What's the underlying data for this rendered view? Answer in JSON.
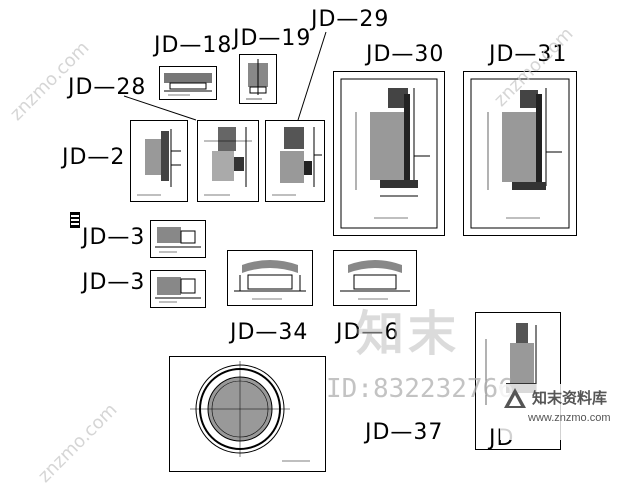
{
  "drawing_labels": {
    "jd18": "JD—18",
    "jd19": "JD—19",
    "jd29": "JD—29",
    "jd30": "JD—30",
    "jd31": "JD—31",
    "jd28": "JD—28",
    "jd27": "JD—2",
    "jd3a": "JD—3",
    "jd3b": "JD—3",
    "jd34": "JD—34",
    "jd36": "JD—6",
    "jd37": "JD—37",
    "jd38": "JD"
  },
  "watermarks": {
    "site": "znzmo.com",
    "brand_cn": "知末",
    "id_text": "ID:832232766"
  },
  "logo": {
    "name": "知末资料库",
    "url": "www.znzmo.com"
  },
  "colors": {
    "line": "#000000",
    "watermark": "#c8c8c8",
    "background": "#ffffff"
  }
}
